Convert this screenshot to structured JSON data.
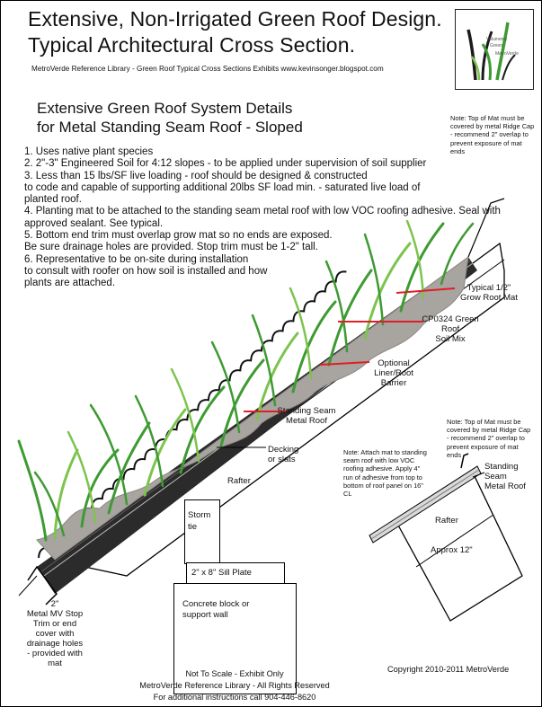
{
  "header": {
    "title_line1": "Extensive, Non-Irrigated Green Roof Design.",
    "title_line2": "Typical Architectural Cross Section.",
    "subtitle": "MetroVerde Reference Library - Green Roof Typical Cross Sections Exhibits  www.kevinsonger.blogspot.com"
  },
  "logo": {
    "text_line1": "Volumetric",
    "text_line2": "Green",
    "text_line3": "MetroVerde"
  },
  "section": {
    "title_line1": "Extensive Green Roof System Details",
    "title_line2": "for Metal Standing Seam Roof - Sloped"
  },
  "top_right_note": [
    "Note: Top of Mat must be",
    "covered by metal Ridge Cap",
    "- recommend 2\" overlap to",
    "prevent exposure of mat",
    "ends"
  ],
  "notes": [
    "1.  Uses native plant species",
    "2.  2\"-3\"  Engineered Soil for 4:12 slopes - to be applied under supervision of soil supplier",
    "3.  Less than 15 lbs/SF live loading - roof should be designed & constructed",
    " to code and capable of supporting additional 20lbs SF load min. - saturated live load of",
    "planted roof.",
    "4. Planting mat to be attached to the standing seam metal roof with low VOC roofing adhesive.  Seal with",
    "approved sealant.  See typical.",
    "5. Bottom end trim must overlap grow mat so no ends are exposed.",
    "Be sure drainage holes are provided.  Stop trim must be 1-2\" tall.",
    "6. Representative to be on-site during installation",
    "to consult with roofer on how soil is installed and how",
    "plants are attached."
  ],
  "labels": {
    "root_mat": [
      "Typical 1/2\"",
      "Grow Root Mat"
    ],
    "soil_mix": [
      "CP0324 Green",
      "Roof",
      "Soil Mix"
    ],
    "liner": [
      "Optional",
      "Liner/Root",
      "Barrier"
    ],
    "standing_seam": [
      "Standing Seam",
      "Metal Roof"
    ],
    "decking": [
      "Decking",
      "or slats"
    ],
    "rafter": "Rafter",
    "stop_trim": [
      "2\"",
      "Metal MV Stop",
      "Trim or end",
      "cover with",
      "drainage holes",
      "- provided with",
      "mat"
    ]
  },
  "support": {
    "storm_tie": [
      "Storm",
      "tie"
    ],
    "sill_plate": "2\" x 8\" Sill Plate",
    "wall": [
      "Concrete block or",
      "support wall"
    ]
  },
  "detail": {
    "ridge_note": [
      "Note:  Top of Mat must be",
      "covered by metal Ridge Cap",
      "- recommend 2\" overlap to",
      "prevent exposure of mat",
      "ends"
    ],
    "attach_note": [
      "Note:  Attach mat to standing",
      "seam roof with low VOC",
      "roofing adhesive.  Apply 4\"",
      "run of adhesive from top to",
      "bottom of roof panel on 16\"",
      "CL"
    ],
    "standing_seam": [
      "Standing Seam",
      "Metal Roof"
    ],
    "rafter": "Rafter",
    "approx": "Approx 12\""
  },
  "footer": {
    "scale": "Not To Scale - Exhibit Only",
    "library": "MetroVerde Reference Library - All Rights Reserved",
    "contact": "For additional instructions call 904-446-8620",
    "copyright": "Copyright 2010-2011 MetroVerde"
  },
  "colors": {
    "grass": "#3e9a32",
    "grass_light": "#7dc44e",
    "soil": "#a8a4a0",
    "leader": "#e01e26",
    "metal": "#2b2b2b",
    "rafter_fill": "#ffffff"
  },
  "icons": {
    "logo": "grass-logo-icon"
  }
}
